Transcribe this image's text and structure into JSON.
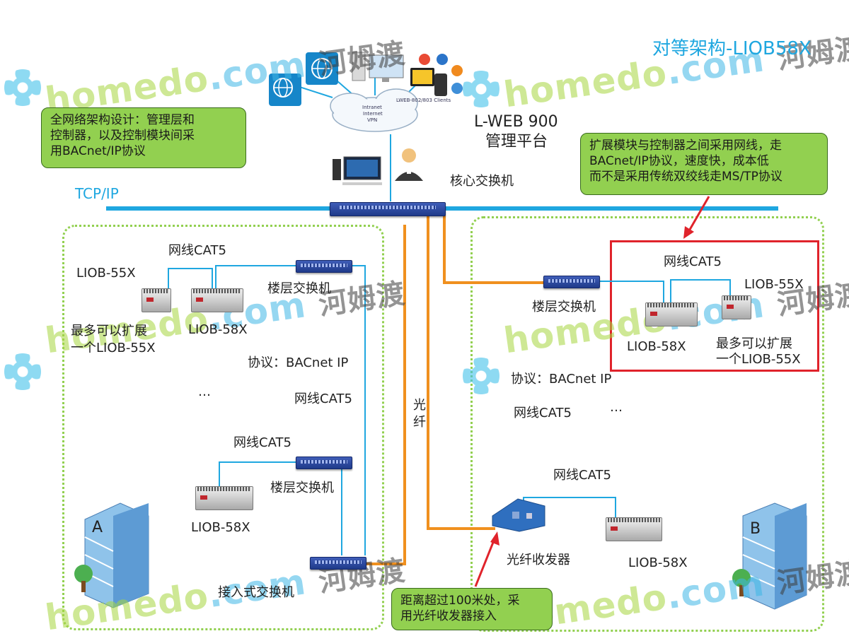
{
  "title": "对等架构-LIOB58X",
  "platform": {
    "line1": "L-WEB 900",
    "line2": "管理平台"
  },
  "cloud": {
    "line1": "Intranet",
    "line2": "Internet",
    "line3": "VPN",
    "clients": "LWEB-802/803 Clients"
  },
  "core_switch": "核心交换机",
  "tcpip": "TCP/IP",
  "callout_top_left": [
    "全网络架构设计：管理层和",
    "控制器，以及控制模块间采",
    "用BACnet/IP协议"
  ],
  "callout_top_right": [
    "扩展模块与控制器之间采用网线，走",
    "BACnet/IP协议，速度快，成本低",
    "而不是采用传统双绞线走MS/TP协议"
  ],
  "callout_bottom": [
    "距离超过100米处，采",
    "用光纤收发器接入"
  ],
  "fiber": "光\n纤",
  "left": {
    "building": "A",
    "cat5_top": "网线CAT5",
    "liob55x": "LIOB-55X",
    "floor_switch_1": "楼层交换机",
    "liob58x_1": "LIOB-58X",
    "expand_note": [
      "最多可以扩展",
      "一个LIOB-55X"
    ],
    "protocol": "协议：BACnet IP",
    "ellipsis": "…",
    "cat5_mid": "网线CAT5",
    "cat5_low": "网线CAT5",
    "floor_switch_2": "楼层交换机",
    "liob58x_2": "LIOB-58X",
    "access_switch": "接入式交换机"
  },
  "right": {
    "building": "B",
    "floor_switch": "楼层交换机",
    "cat5_top": "网线CAT5",
    "liob55x": "LIOB-55X",
    "liob58x": "LIOB-58X",
    "expand_note": [
      "最多可以扩展",
      "一个LIOB-55X"
    ],
    "protocol": "协议：BACnet IP",
    "cat5_mid": "网线CAT5",
    "ellipsis": "…",
    "cat5_low": "网线CAT5",
    "transceiver": "光纤收发器",
    "liob58x_2": "LIOB-58X"
  },
  "watermark": {
    "latin": "homedo",
    "dot": ".com",
    "cn": "河姆渡"
  },
  "colors": {
    "cable_blue": "#1fa7e0",
    "fiber_orange": "#f0901e",
    "callout_green": "#92d050",
    "zone_green": "#92d050",
    "title_blue": "#1fa7e0",
    "red": "#e0232b"
  }
}
